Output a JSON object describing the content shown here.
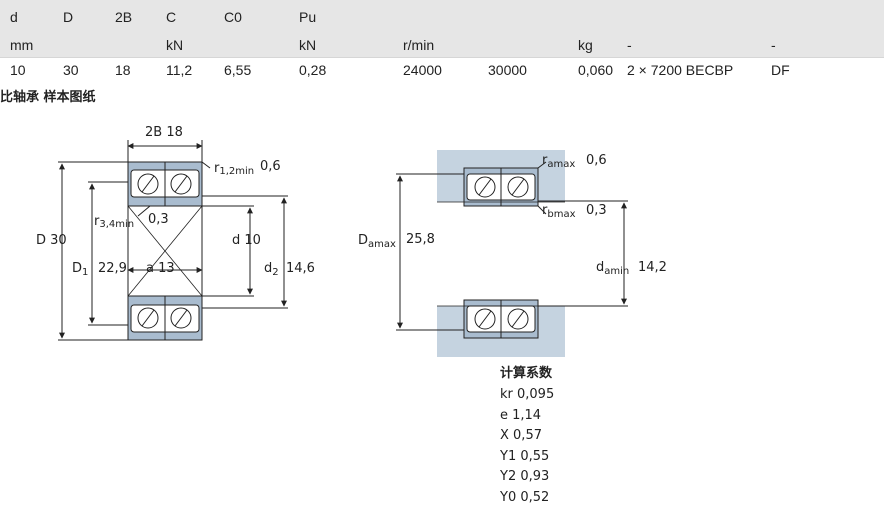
{
  "table": {
    "header_symbols": [
      "d",
      "D",
      "2B",
      "C",
      "C0",
      "Pu"
    ],
    "header_units": [
      "mm",
      "kN",
      "kN",
      "r/min",
      "kg",
      "-",
      "-"
    ],
    "values": [
      "10",
      "30",
      "18",
      "11,2",
      "6,55",
      "0,28",
      "24000",
      "30000",
      "0,060",
      "2 × 7200 BECBP",
      "DF"
    ]
  },
  "section_title": "比轴承 样本图纸",
  "left_drawing": {
    "width_label": "2B 18",
    "r12": "r1,2min",
    "r12_value": "0,6",
    "r34": "r3,4min",
    "r34_value": "0,3",
    "D": "D 30",
    "D1": "D1",
    "D1_value": "22,9",
    "a": "a 13",
    "d": "d 10",
    "d2": "d2",
    "d2_value": "14,6"
  },
  "right_drawing": {
    "ra": "ramax",
    "ra_value": "0,6",
    "rb": "rbmax",
    "rb_value": "0,3",
    "Da": "Damax",
    "Da_value": "25,8",
    "da": "damin",
    "da_value": "14,2"
  },
  "coefficients": {
    "title": "计算系数",
    "kr": "kr 0,095",
    "e": "e 1,14",
    "X": "X 0,57",
    "Y1": "Y1 0,55",
    "Y2": "Y2 0,93",
    "Y0": "Y0 0,52"
  },
  "colors": {
    "header_bg": "#e6e6e6",
    "section_fill": "#a9bccf",
    "housing_fill": "#c5d3e0"
  }
}
